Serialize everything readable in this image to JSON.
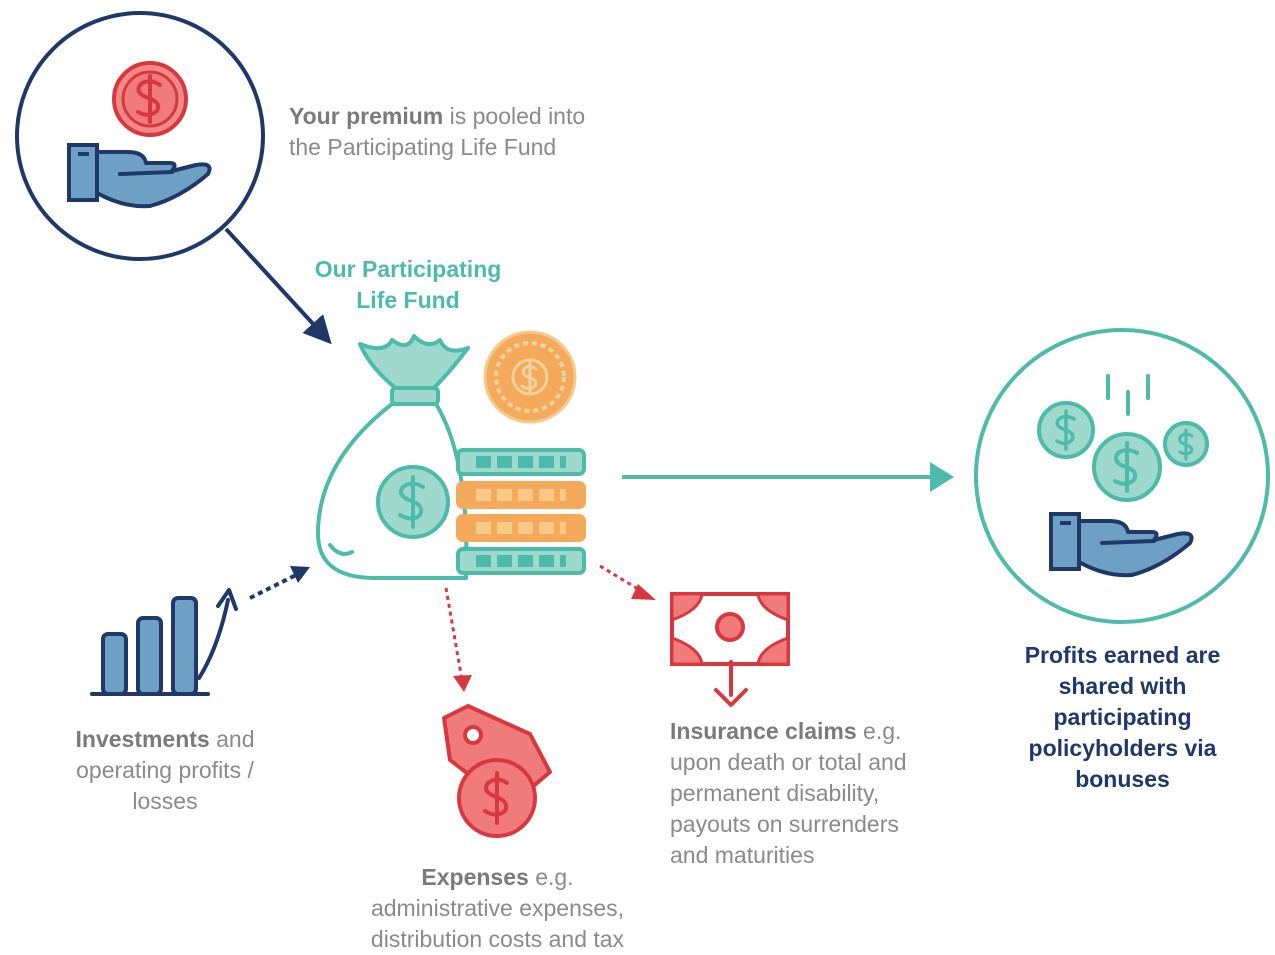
{
  "premium": {
    "bold": "Your premium",
    "rest": " is pooled into",
    "line2": "the Participating Life Fund"
  },
  "fund": {
    "title_line1": "Our Participating",
    "title_line2": "Life Fund"
  },
  "investments": {
    "bold": "Investments",
    "rest": " and",
    "line2": "operating profits /",
    "line3": "losses"
  },
  "expenses": {
    "bold": "Expenses",
    "rest": " e.g.",
    "line2": "administrative expenses,",
    "line3": "distribution costs and tax"
  },
  "claims": {
    "bold": "Insurance claims",
    "rest": " e.g.",
    "line2": "upon death or total and",
    "line3": "permanent disability,",
    "line4": "payouts on surrenders",
    "line5": "and maturities"
  },
  "profits": {
    "line1": "Profits earned are",
    "line2": "shared with",
    "line3": "participating",
    "line4": "policyholders via",
    "line5": "bonuses"
  },
  "icons": {
    "premium": "hand-receiving-coin-icon",
    "fund_bag": "money-bag-icon",
    "gold_coin": "coin-icon",
    "coin_stack": "coin-stack-icon",
    "investments": "growth-chart-icon",
    "expenses": "price-tag-coin-icon",
    "claims": "banknote-payout-icon",
    "profits": "hand-receiving-coins-icon"
  },
  "colors": {
    "navy": "#1f3868",
    "teal": "#4dbbaa",
    "red": "#d9373f",
    "orange": "#f5a95a",
    "text_gray": "#8a8a8a",
    "steel_blue": "#6e9fc4"
  }
}
